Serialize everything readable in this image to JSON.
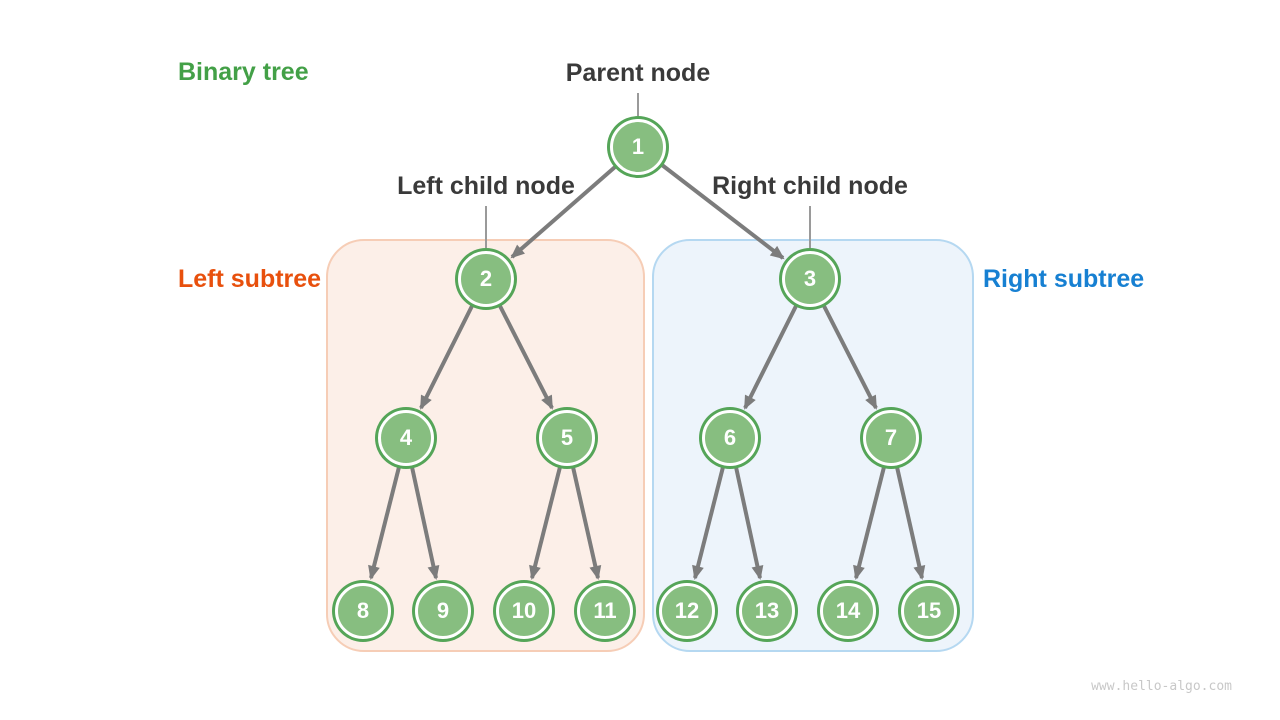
{
  "title": "Binary tree",
  "labels": {
    "parent_node": "Parent node",
    "left_child_node": "Left child node",
    "right_child_node": "Right child node",
    "left_subtree": "Left subtree",
    "right_subtree": "Right subtree"
  },
  "tree": {
    "nodes": [
      "1",
      "2",
      "3",
      "4",
      "5",
      "6",
      "7",
      "8",
      "9",
      "10",
      "11",
      "12",
      "13",
      "14",
      "15"
    ],
    "edges": [
      [
        "1",
        "2"
      ],
      [
        "1",
        "3"
      ],
      [
        "2",
        "4"
      ],
      [
        "2",
        "5"
      ],
      [
        "3",
        "6"
      ],
      [
        "3",
        "7"
      ],
      [
        "4",
        "8"
      ],
      [
        "4",
        "9"
      ],
      [
        "5",
        "10"
      ],
      [
        "5",
        "11"
      ],
      [
        "6",
        "12"
      ],
      [
        "6",
        "13"
      ],
      [
        "7",
        "14"
      ],
      [
        "7",
        "15"
      ]
    ],
    "left_subtree_nodes": [
      "2",
      "4",
      "5",
      "8",
      "9",
      "10",
      "11"
    ],
    "right_subtree_nodes": [
      "3",
      "6",
      "7",
      "12",
      "13",
      "14",
      "15"
    ]
  },
  "colors": {
    "title_green": "#43a047",
    "left_subtree_orange": "#e8500d",
    "right_subtree_blue": "#1780d2",
    "node_fill": "#87be80",
    "node_ring": "#55a558",
    "arrow_gray": "#7c7c7c",
    "label_line_gray": "#9a9a9a",
    "text_dark": "#3a3a3a",
    "left_panel_fill": "#fcefe8",
    "left_panel_border": "#f6cdb6",
    "right_panel_fill": "#edf4fb",
    "right_panel_border": "#b5d8f1"
  },
  "watermark": "www.hello-algo.com"
}
